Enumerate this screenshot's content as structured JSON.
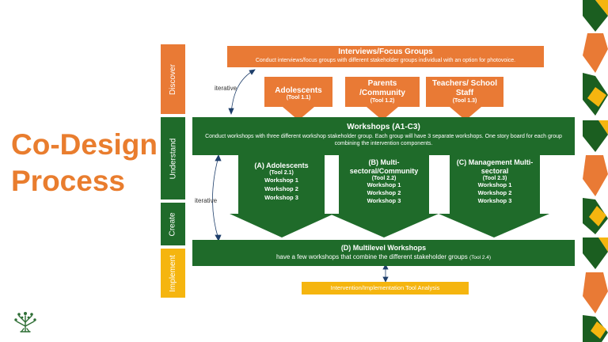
{
  "title": {
    "line1": "Co-Design",
    "line2": "Process"
  },
  "phases": {
    "discover": "Discover",
    "understand": "Understand",
    "create": "Create",
    "implement": "Implement"
  },
  "interviews": {
    "heading": "Interviews/Focus Groups",
    "desc": "Conduct interviews/focus groups with different stakeholder groups individual with an option for photovoice."
  },
  "stakeholders": [
    {
      "label": "Adolescents",
      "tool": "(Tool 1.1)"
    },
    {
      "label": "Parents /Community",
      "tool": "(Tool 1.2)"
    },
    {
      "label": "Teachers/ School Staff",
      "tool": "(Tool 1.3)"
    }
  ],
  "workshops": {
    "heading": "Workshops (A1-C3)",
    "desc": "Conduct workshops with three different workshop stakeholder group. Each group will have 3 separate workshops. One story board for each group combining the intervention components."
  },
  "groups": [
    {
      "label": "(A) Adolescents",
      "tool": "(Tool 2.1)",
      "w1": "Workshop 1",
      "w2": "Workshop 2",
      "w3": "Workshop 3"
    },
    {
      "label": "(B) Multi-sectoral/Community",
      "tool": "(Tool 2.2)",
      "w1": "Workshop 1",
      "w2": "Workshop 2",
      "w3": "Workshop 3"
    },
    {
      "label": "(C) Management Multi-sectoral",
      "tool": "(Tool 2.3)",
      "w1": "Workshop 1",
      "w2": "Workshop 2",
      "w3": "Workshop 3"
    }
  ],
  "iterative1": "iterative",
  "iterative2": "iterative",
  "multilevel": {
    "heading": "(D) Multilevel Workshops",
    "desc": "have a few workshops that combine the different stakeholder groups",
    "tool": "(Tool 2.4)"
  },
  "analysis": "Intervention/Implementation Tool Analysis",
  "colors": {
    "orange": "#E97A35",
    "green": "#1F6B2A",
    "yellow": "#F5B50F",
    "title": "#E97D2E"
  }
}
